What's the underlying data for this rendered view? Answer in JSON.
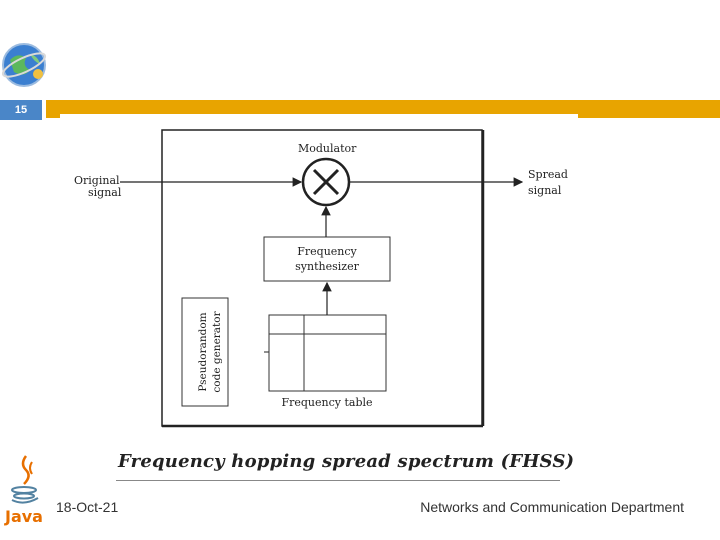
{
  "slide": {
    "number": "15",
    "footer_date": "18-Oct-21",
    "footer_department": "Networks and Communication Department",
    "caption": "Frequency hopping spread spectrum (FHSS)"
  },
  "logo": {
    "name": "java",
    "text": "Java"
  },
  "colors": {
    "accent_bar": "#e8a400",
    "slide_number_bg": "#4a86c8"
  },
  "diagram": {
    "modulator_label": "Modulator",
    "original_signal": [
      "Original",
      "signal"
    ],
    "spread_signal": [
      "Spread",
      "signal"
    ],
    "freq_synth": [
      "Frequency",
      "synthesizer"
    ],
    "pn_generator": [
      "Pseudorandom",
      "code generator"
    ],
    "freq_table_label": "Frequency table"
  }
}
